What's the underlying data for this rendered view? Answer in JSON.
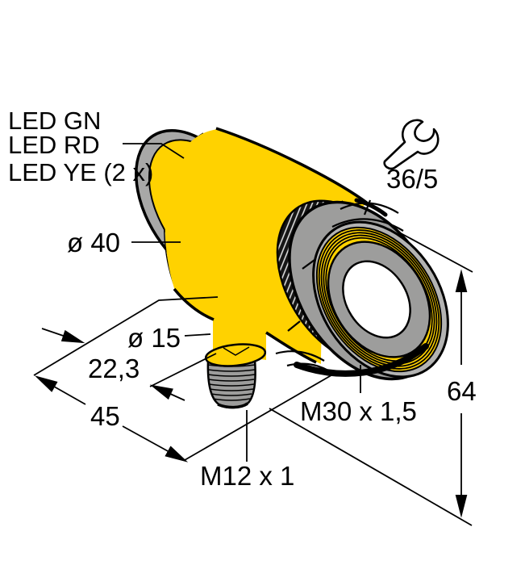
{
  "diagram": {
    "title": "Ultrasonic sensor dimension drawing, M30 barrel with right-angle M12 connector",
    "labels": {
      "led_green": "LED GN",
      "led_red": "LED RD",
      "led_yellow": "LED YE (2 x)",
      "dia_body": "ø 40",
      "dia_stem": "ø 15",
      "dim_offset": "22,3",
      "dim_body_length": "45",
      "dim_overall_length": "64",
      "thread_connector": "M12 x 1",
      "thread_barrel": "M30 x 1,5",
      "wrench_size": "36/5"
    },
    "icons": {
      "wrench": "wrench-icon"
    },
    "colors": {
      "body_yellow": "#FFD200",
      "metal_gray": "#9D9D9C",
      "bezel_gray": "#A8A8A7",
      "sliver_gray": "#B3B3B2",
      "outline_black": "#000000",
      "face_white": "#FFFFFF"
    }
  }
}
